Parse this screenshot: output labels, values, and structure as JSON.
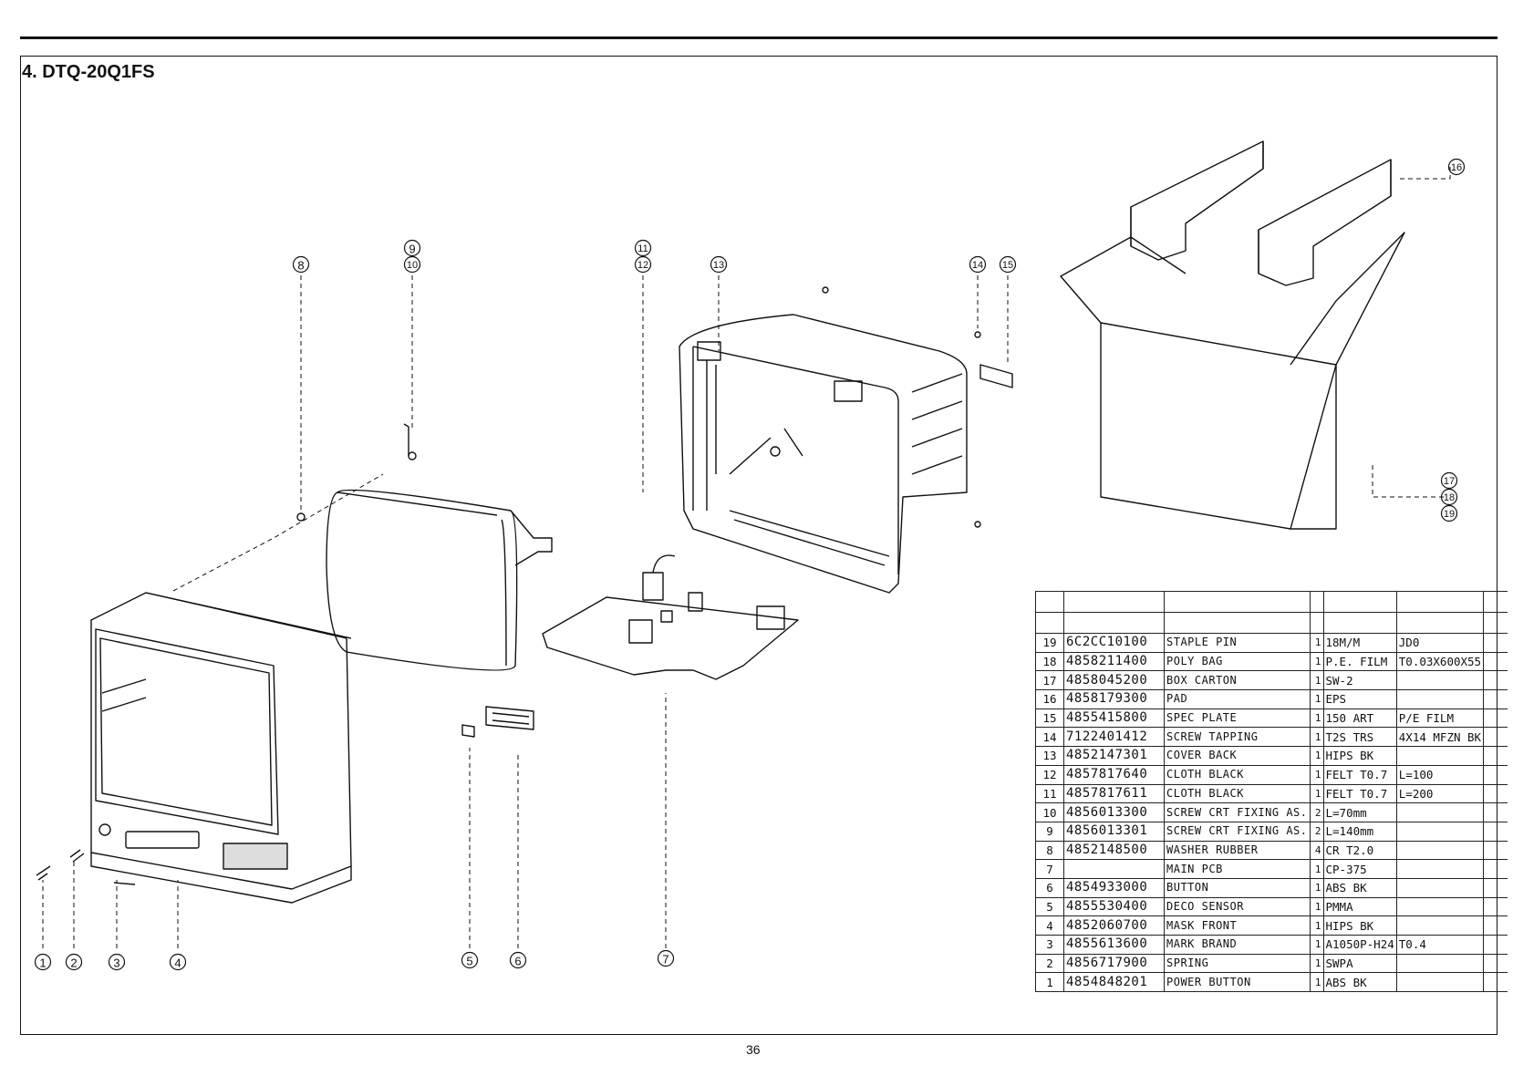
{
  "document": {
    "title": "4. DTQ-20Q1FS",
    "page_number": "36"
  },
  "callouts": [
    "1",
    "2",
    "3",
    "4",
    "5",
    "6",
    "7",
    "8",
    "9",
    "10",
    "11",
    "12",
    "13",
    "14",
    "15",
    "16",
    "17",
    "18",
    "19"
  ],
  "parts_table": {
    "rows": [
      {
        "no": "19",
        "code": "6C2CC10100",
        "desc": "STAPLE PIN",
        "qty": "1",
        "mat": "18M/M",
        "spec": "JD0"
      },
      {
        "no": "18",
        "code": "4858211400",
        "desc": "POLY BAG",
        "qty": "1",
        "mat": "P.E. FILM",
        "spec": "T0.03X600X55"
      },
      {
        "no": "17",
        "code": "4858045200",
        "desc": "BOX CARTON",
        "qty": "1",
        "mat": "SW-2",
        "spec": ""
      },
      {
        "no": "16",
        "code": "4858179300",
        "desc": "PAD",
        "qty": "1",
        "mat": "EPS",
        "spec": ""
      },
      {
        "no": "15",
        "code": "4855415800",
        "desc": "SPEC PLATE",
        "qty": "1",
        "mat": "150 ART",
        "spec": "P/E FILM"
      },
      {
        "no": "14",
        "code": "7122401412",
        "desc": "SCREW TAPPING",
        "qty": "1",
        "mat": "T2S TRS",
        "spec": "4X14 MFZN BK"
      },
      {
        "no": "13",
        "code": "4852147301",
        "desc": "COVER BACK",
        "qty": "1",
        "mat": "HIPS BK",
        "spec": ""
      },
      {
        "no": "12",
        "code": "4857817640",
        "desc": "CLOTH BLACK",
        "qty": "1",
        "mat": "FELT T0.7",
        "spec": "L=100"
      },
      {
        "no": "11",
        "code": "4857817611",
        "desc": "CLOTH BLACK",
        "qty": "1",
        "mat": "FELT T0.7",
        "spec": "L=200"
      },
      {
        "no": "10",
        "code": "4856013300",
        "desc": "SCREW CRT FIXING AS.",
        "qty": "2",
        "mat": "L=70mm",
        "spec": ""
      },
      {
        "no": "9",
        "code": "4856013301",
        "desc": "SCREW CRT FIXING AS.",
        "qty": "2",
        "mat": "L=140mm",
        "spec": ""
      },
      {
        "no": "8",
        "code": "4852148500",
        "desc": "WASHER RUBBER",
        "qty": "4",
        "mat": "CR T2.0",
        "spec": ""
      },
      {
        "no": "7",
        "code": "",
        "desc": "MAIN PCB",
        "qty": "1",
        "mat": "CP-375",
        "spec": ""
      },
      {
        "no": "6",
        "code": "4854933000",
        "desc": "BUTTON",
        "qty": "1",
        "mat": "ABS BK",
        "spec": ""
      },
      {
        "no": "5",
        "code": "4855530400",
        "desc": "DECO SENSOR",
        "qty": "1",
        "mat": "PMMA",
        "spec": ""
      },
      {
        "no": "4",
        "code": "4852060700",
        "desc": "MASK FRONT",
        "qty": "1",
        "mat": "HIPS BK",
        "spec": ""
      },
      {
        "no": "3",
        "code": "4855613600",
        "desc": "MARK BRAND",
        "qty": "1",
        "mat": "A1050P-H24",
        "spec": "T0.4"
      },
      {
        "no": "2",
        "code": "4856717900",
        "desc": "SPRING",
        "qty": "1",
        "mat": "SWPA",
        "spec": ""
      },
      {
        "no": "1",
        "code": "4854848201",
        "desc": "POWER BUTTON",
        "qty": "1",
        "mat": "ABS BK",
        "spec": ""
      }
    ]
  }
}
